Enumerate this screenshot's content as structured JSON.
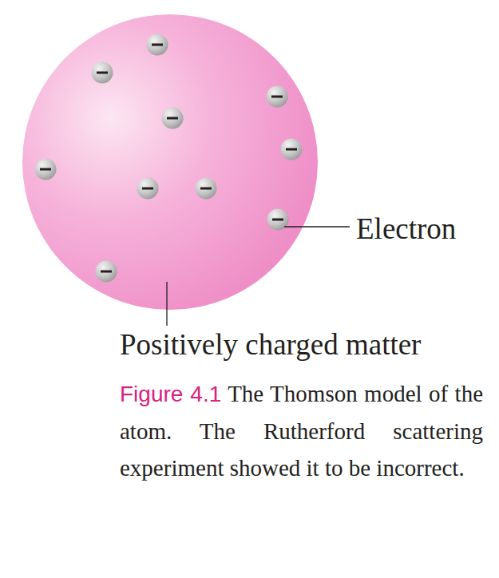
{
  "diagram": {
    "caption": "Figure 4.1 The Thomson model of the atom. The Rutherford scattering experiment showed it to be incorrect.",
    "labels": [
      "Electron",
      "Positively charged matter"
    ]
  }
}
